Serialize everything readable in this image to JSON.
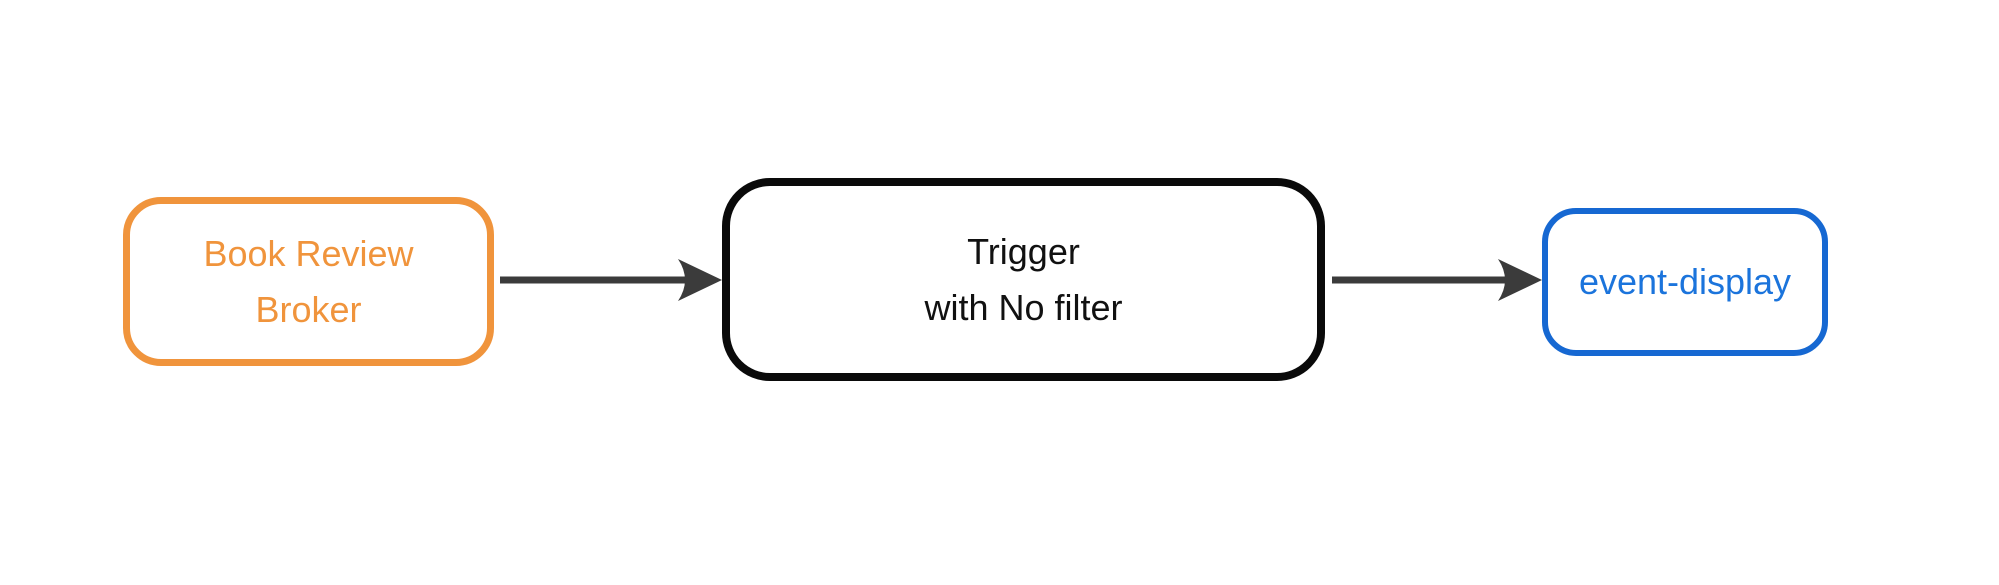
{
  "diagram": {
    "background_color": "#ffffff",
    "edge_color": "#3B3B3B",
    "nodes": {
      "broker": {
        "line1": "Book Review",
        "line2": "Broker",
        "border_color": "#F0943C",
        "text_color": "#F0943C"
      },
      "trigger": {
        "line1": "Trigger",
        "line2": "with No filter",
        "border_color": "#0A0A0A",
        "text_color": "#111111"
      },
      "event_display": {
        "line1": "event-display",
        "border_color": "#1668D2",
        "text_color": "#1B74DC"
      }
    },
    "edges": [
      {
        "from": "broker",
        "to": "trigger"
      },
      {
        "from": "trigger",
        "to": "event_display"
      }
    ]
  }
}
